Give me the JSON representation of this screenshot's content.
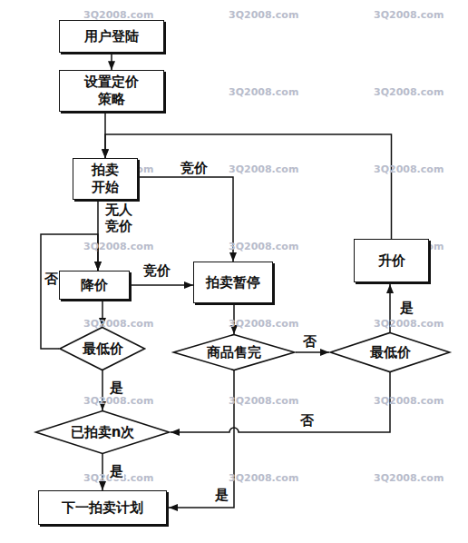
{
  "diagram": {
    "nodes": [
      {
        "text": [
          "用户登陆"
        ]
      },
      {
        "text": [
          "设置定价策略"
        ]
      },
      {
        "text": [
          "拍卖开始"
        ]
      },
      {
        "text": [
          "降价"
        ]
      },
      {
        "text": [
          "拍卖暂停"
        ]
      },
      {
        "text": [
          "升价"
        ]
      },
      {
        "text": [
          "最低价"
        ]
      },
      {
        "text": [
          "商品售完"
        ]
      },
      {
        "text": [
          "最低价"
        ]
      },
      {
        "text": [
          "已拍卖n次"
        ]
      },
      {
        "text": [
          "下一拍卖计划"
        ]
      }
    ],
    "edges": [
      {
        "from": 0,
        "to": 1,
        "arrow": "to"
      },
      {
        "from": 1,
        "to": 2,
        "arrow": "to"
      },
      {
        "from": 2,
        "to": 3,
        "label": "无人竞价",
        "arrow": "to"
      },
      {
        "from": 2,
        "to": 4,
        "label": "竞价",
        "arrow": "to"
      },
      {
        "from": 3,
        "to": 4,
        "label": "竞价",
        "arrow": "to"
      },
      {
        "from": 3,
        "to": 6,
        "arrow": "to"
      },
      {
        "from": 6,
        "to": 3,
        "label": "否",
        "arrow": "to"
      },
      {
        "from": 6,
        "to": 9,
        "label": "是",
        "arrow": "to"
      },
      {
        "from": 4,
        "to": 7,
        "arrow": "to"
      },
      {
        "from": 7,
        "to": 8,
        "label": "否",
        "arrow": "to"
      },
      {
        "from": 8,
        "to": 5,
        "label": "是",
        "arrow": "to"
      },
      {
        "from": 5,
        "to": 2,
        "arrow": "to"
      },
      {
        "from": 8,
        "to": 9,
        "label": "否",
        "arrow": "to"
      },
      {
        "from": 9,
        "to": 10,
        "label": "是",
        "arrow": "to"
      },
      {
        "from": 7,
        "to": 10,
        "label": "是",
        "arrow": "to"
      }
    ],
    "labels": [
      "3Q2008.com",
      "3Q2008.com",
      "3Q2008.com",
      "3Q2008.com",
      "3Q2008.com",
      "3Q2008.com",
      "3Q2008.com",
      "3Q2008.com",
      "3Q2008.com",
      "3Q2008.com",
      "3Q2008.com",
      "3Q2008.com",
      "3Q2008.com",
      "3Q2008.com",
      "3Q2008.com",
      "3Q2008.com",
      "3Q2008.com",
      "3Q2008.com",
      "3Q2008.com",
      "3Q2008.com",
      "3Q2008.com"
    ]
  }
}
